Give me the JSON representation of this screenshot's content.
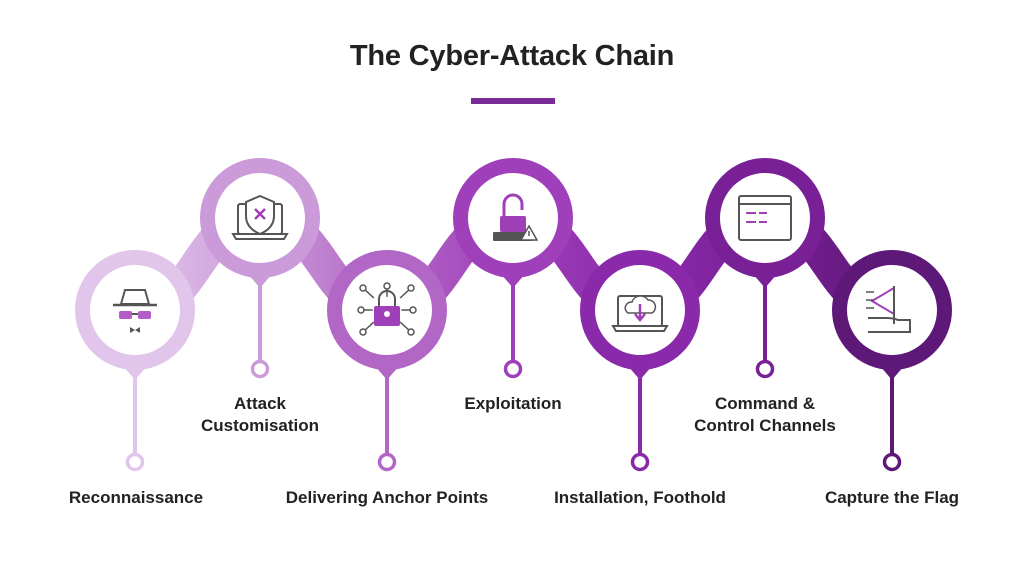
{
  "title": "The Cyber-Attack Chain",
  "accent_color": "#7a2a97",
  "steps": [
    {
      "label_line1": "Reconnaissance",
      "label_line2": "",
      "icon": "spy-icon",
      "color": "#e2c5ea",
      "position": "low"
    },
    {
      "label_line1": "Attack",
      "label_line2": "Customisation",
      "icon": "laptop-shield-icon",
      "color": "#cb9ad9",
      "position": "high"
    },
    {
      "label_line1": "Delivering Anchor Points",
      "label_line2": "",
      "icon": "padlock-network-icon",
      "color": "#b267c6",
      "position": "low"
    },
    {
      "label_line1": "Exploitation",
      "label_line2": "",
      "icon": "unlocked-password-icon",
      "color": "#9f3fba",
      "position": "high"
    },
    {
      "label_line1": "Installation, Foothold",
      "label_line2": "",
      "icon": "cloud-download-laptop-icon",
      "color": "#8a2aaa",
      "position": "low"
    },
    {
      "label_line1": "Command &",
      "label_line2": "Control Channels",
      "icon": "terminal-window-icon",
      "color": "#7a2097",
      "position": "high"
    },
    {
      "label_line1": "Capture the Flag",
      "label_line2": "",
      "icon": "hand-flag-icon",
      "color": "#5e1878",
      "position": "low"
    }
  ]
}
